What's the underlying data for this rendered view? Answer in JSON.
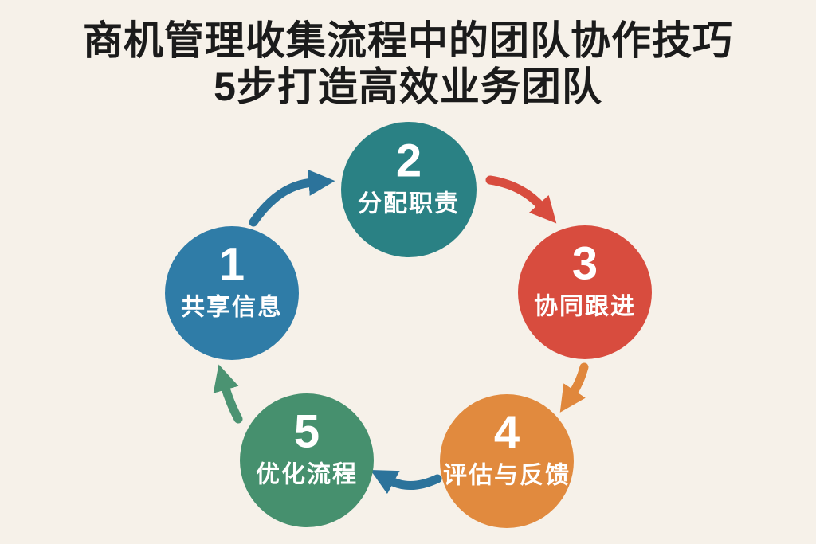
{
  "title": {
    "line1": "商机管理收集流程中的团队协作技巧",
    "line2": "5步打造高效业务团队"
  },
  "colors": {
    "background": "#f6f1e9",
    "title_text": "#1b1b1b",
    "step_text": "#ffffff"
  },
  "steps": [
    {
      "number": "1",
      "label": "共享信息",
      "color": "#2f7ca7"
    },
    {
      "number": "2",
      "label": "分配职责",
      "color": "#2a8184"
    },
    {
      "number": "3",
      "label": "协同跟进",
      "color": "#d84c3e"
    },
    {
      "number": "4",
      "label": "评估与反馈",
      "color": "#e18a3e"
    },
    {
      "number": "5",
      "label": "优化流程",
      "color": "#46906e"
    }
  ],
  "arrows": [
    {
      "name": "arrow-1-to-2",
      "from": "1",
      "to": "2",
      "color": "#2c739b"
    },
    {
      "name": "arrow-2-to-3",
      "from": "2",
      "to": "3",
      "color": "#d84c3e"
    },
    {
      "name": "arrow-3-to-4",
      "from": "3",
      "to": "4",
      "color": "#e0873c"
    },
    {
      "name": "arrow-4-to-5",
      "from": "4",
      "to": "5",
      "color": "#2c739b"
    },
    {
      "name": "arrow-5-to-1",
      "from": "5",
      "to": "1",
      "color": "#4b9372"
    }
  ]
}
